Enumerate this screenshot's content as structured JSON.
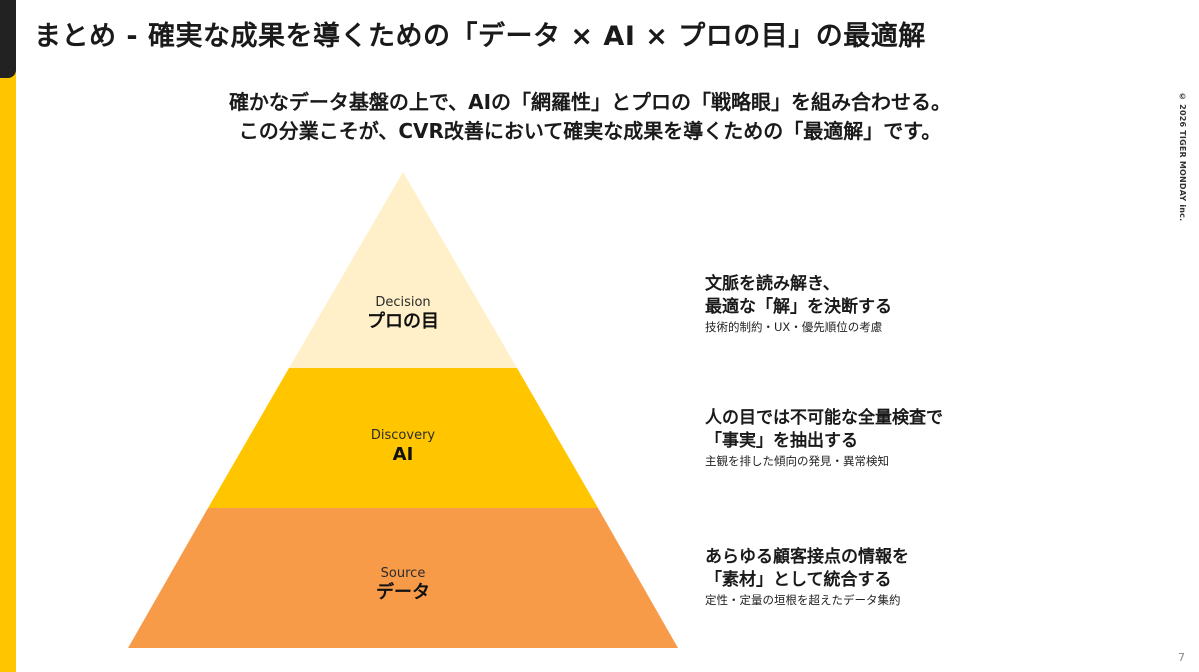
{
  "slide": {
    "title": "まとめ - 確実な成果を導くための「データ × AI × プロの目」の最適解",
    "lead_line1": "確かなデータ基盤の上で、AIの「網羅性」とプロの「戦略眼」を組み合わせる。",
    "lead_line2": "この分業こそが、CVR改善において確実な成果を導くための「最適解」です。",
    "copyright": "© 2026 TIGER MONDAY inc.",
    "page_number": "7"
  },
  "colors": {
    "accent": "#ffc600",
    "tier_top": "#fff0c9",
    "tier_middle": "#ffc600",
    "tier_bottom": "#f79b49"
  },
  "pyramid": {
    "tiers": [
      {
        "en": "Decision",
        "jp": "プロの目",
        "main_line1": "文脈を読み解き、",
        "main_line2": "最適な「解」を決断する",
        "sub": "技術的制約・UX・優先順位の考慮"
      },
      {
        "en": "Discovery",
        "jp": "AI",
        "main_line1": "人の目では不可能な全量検査で",
        "main_line2": "「事実」を抽出する",
        "sub": "主観を排した傾向の発見・異常検知"
      },
      {
        "en": "Source",
        "jp": "データ",
        "main_line1": "あらゆる顧客接点の情報を",
        "main_line2": "「素材」として統合する",
        "sub": "定性・定量の垣根を超えたデータ集約"
      }
    ]
  }
}
